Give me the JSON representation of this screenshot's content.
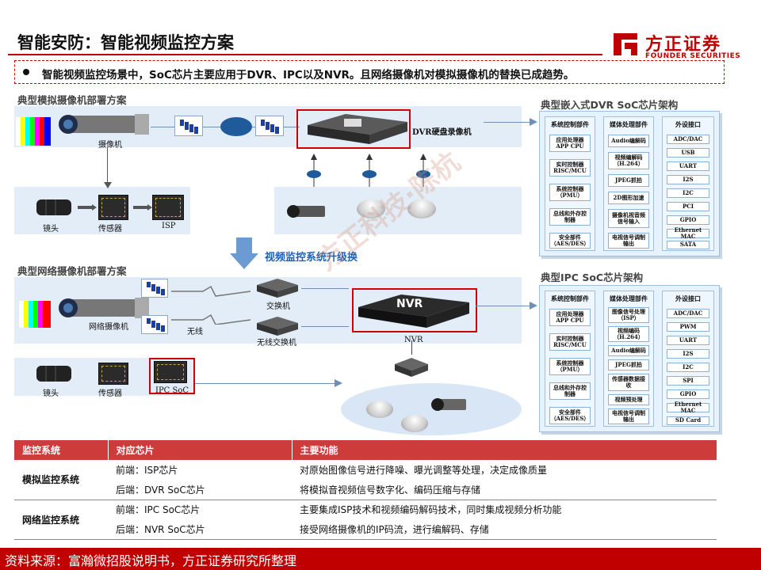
{
  "header": {
    "title": "智能安防：智能视频监控方案",
    "bullet": "智能视频监控场景中，SoC芯片主要应用于DVR、IPC以及NVR。且网络摄像机对模拟摄像机的替换已成趋势。"
  },
  "logo": {
    "name": "方正证券",
    "en": "FOUNDER SECURITIES"
  },
  "analog": {
    "title": "典型模拟摄像机部署方案",
    "camera": "摄像机",
    "dvr": "DVR硬盘录像机",
    "lens": "镜头",
    "sensor": "传感器",
    "isp": "ISP"
  },
  "upgrade": "视频监控系统升级换",
  "network": {
    "title": "典型网络摄像机部署方案",
    "camera": "网络摄像机",
    "wireless": "无线",
    "switch": "交换机",
    "wswitch": "无线交换机",
    "nvr_chip": "NVR",
    "nvr_label": "NVR",
    "lens": "镜头",
    "sensor": "传感器",
    "ipcsoc": "IPC SoC"
  },
  "watermark": "方正科技·陈杭",
  "dvr_arch": {
    "title": "典型嵌入式DVR SoC芯片架构",
    "col1": {
      "head": "系统控制部件",
      "cells": [
        "应用处理器 APP CPU",
        "实时控制器 RISC/MCU",
        "系统控制器 （PMU）",
        "总线和外存控制器",
        "安全部件 （AES/DES）"
      ]
    },
    "col2": {
      "head": "媒体处理部件",
      "cells": [
        "Audio编解码",
        "视频编解码 （H.264）",
        "JPEG抓拍",
        "2D图形加速",
        "摄像机视音频信号输入",
        "电视信号调制输出"
      ]
    },
    "col3": {
      "head": "外设接口",
      "cells": [
        "ADC/DAC",
        "USB",
        "UART",
        "I2S",
        "I2C",
        "PCI",
        "GPIO",
        "Ethernet MAC",
        "SATA"
      ]
    }
  },
  "ipc_arch": {
    "title": "典型IPC SoC芯片架构",
    "col1": {
      "head": "系统控制部件",
      "cells": [
        "应用处理器 APP CPU",
        "实时控制器 RISC/MCU",
        "系统控制器 （PMU）",
        "总线和外存控制器",
        "安全部件 （AES/DES）"
      ]
    },
    "col2": {
      "head": "媒体处理部件",
      "cells": [
        "图像信号处理 （ISP）",
        "视频编码 （H.264）",
        "Audio编解码",
        "JPEG抓拍",
        "传感器数据接收",
        "视频预处理",
        "电视信号调制输出"
      ]
    },
    "col3": {
      "head": "外设接口",
      "cells": [
        "ADC/DAC",
        "PWM",
        "UART",
        "I2S",
        "I2C",
        "SPI",
        "GPIO",
        "Ethernet MAC",
        "SD Card"
      ]
    }
  },
  "table": {
    "headers": [
      "监控系统",
      "对应芯片",
      "主要功能"
    ],
    "groups": [
      {
        "system": "模拟监控系统",
        "rows": [
          {
            "chip": "前端：ISP芯片",
            "func": "对原始图像信号进行降噪、曝光调整等处理，决定成像质量"
          },
          {
            "chip": "后端：DVR SoC芯片",
            "func": "将模拟音视频信号数字化、编码压缩与存储"
          }
        ]
      },
      {
        "system": "网络监控系统",
        "rows": [
          {
            "chip": "前端：IPC SoC芯片",
            "func": "主要集成ISP技术和视频编码解码技术，同时集成视频分析功能"
          },
          {
            "chip": "后端：NVR SoC芯片",
            "func": "接受网络摄像机的IP码流，进行编解码、存储"
          }
        ]
      }
    ]
  },
  "source": "资料来源：富瀚微招股说明书，方正证券研究所整理",
  "colors": {
    "brand": "#c00000",
    "table_header": "#cd3b3b",
    "panel": "#e3edf7"
  }
}
